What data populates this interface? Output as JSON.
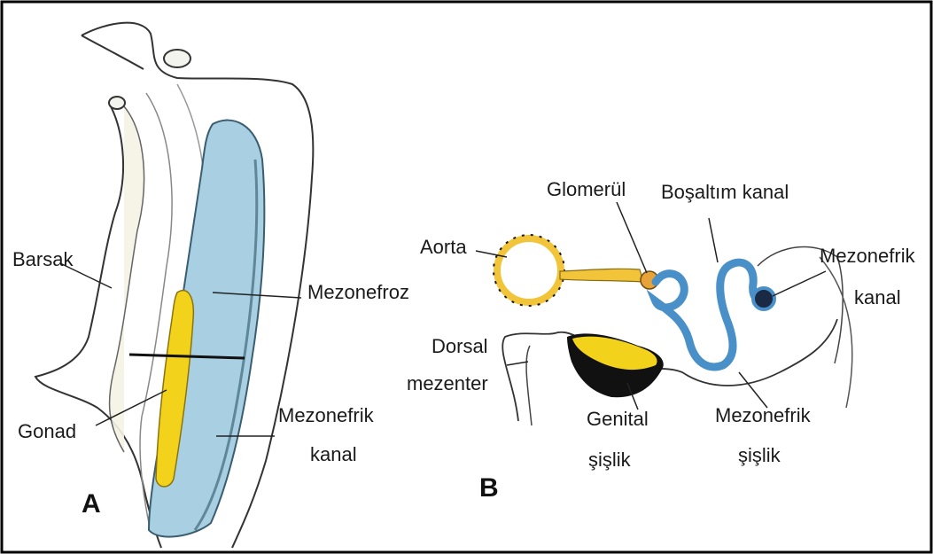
{
  "panel_a": {
    "letter": "A",
    "labels": {
      "barsak": "Barsak",
      "mezonefroz": "Mezonefroz",
      "gonad": "Gonad",
      "mezonefrik_kanal_1": "Mezonefrik",
      "mezonefrik_kanal_2": "kanal"
    }
  },
  "panel_b": {
    "letter": "B",
    "labels": {
      "aorta": "Aorta",
      "glomerul": "Glomerül",
      "bosaltim_kanal": "Boşaltım kanal",
      "mezonefrik_kanal_1": "Mezonefrik",
      "mezonefrik_kanal_2": "kanal",
      "dorsal_1": "Dorsal",
      "dorsal_2": "mezenter",
      "genital_1": "Genital",
      "genital_2": "şişlik",
      "mezonefrik_sislik_1": "Mezonefrik",
      "mezonefrik_sislik_2": "şişlik"
    }
  },
  "colors": {
    "mesonephros_blue": "#a9cfe3",
    "gonad_yellow": "#f3d21c",
    "aorta_yellow": "#f2c43a",
    "duct_blue": "#4a90c8",
    "outline": "#222222",
    "frame": "#000000"
  }
}
